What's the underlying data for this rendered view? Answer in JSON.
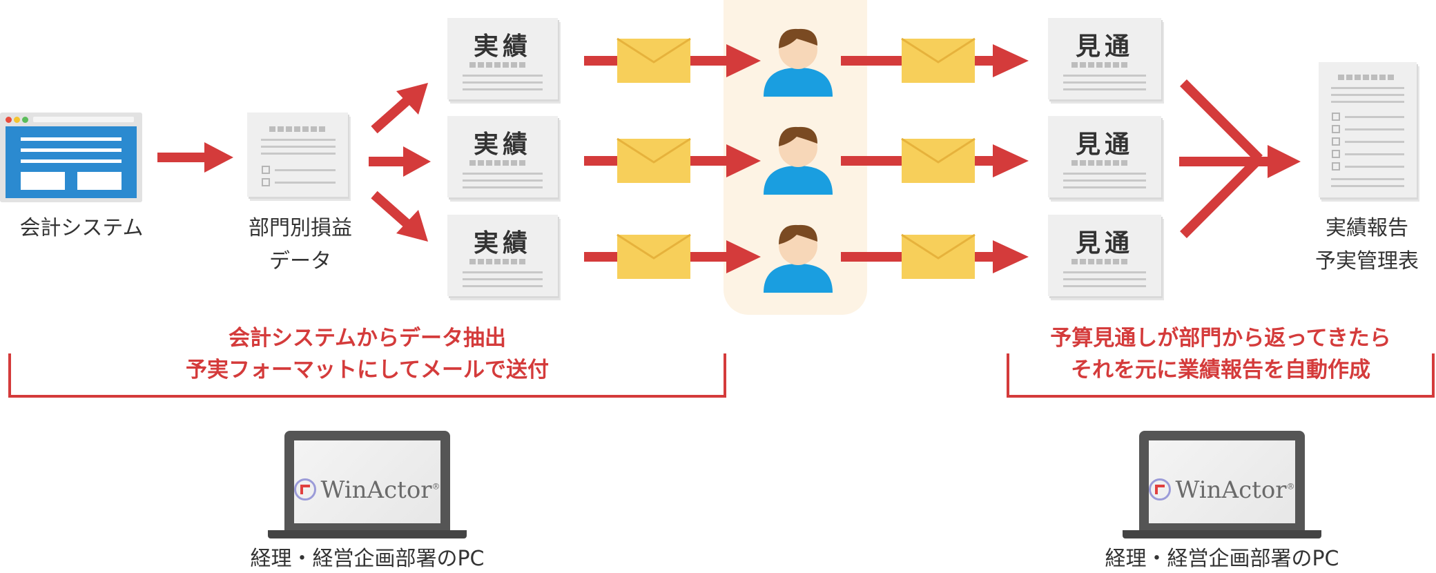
{
  "colors": {
    "arrow_red": "#d43b3b",
    "envelope_yellow": "#f7cf5a",
    "person_blue": "#1a9ee0",
    "highlight_bg": "#fdf3e4",
    "screen_blue": "#2b8ad0"
  },
  "nodes": {
    "accounting_system": "会計システム",
    "dept_pl_data_line1": "部門別損益",
    "dept_pl_data_line2": "データ",
    "actual_doc": "実績",
    "forecast_doc": "見通",
    "report_line1": "実績報告",
    "report_line2": "予実管理表"
  },
  "steps": {
    "left_line1": "会計システムからデータ抽出",
    "left_line2": "予実フォーマットにしてメールで送付",
    "right_line1": "予算見通しが部門から返ってきたら",
    "right_line2": "それを元に業績報告を自動作成"
  },
  "pcs": {
    "logo_text": "WinActor",
    "logo_mark": "®",
    "left_caption": "経理・経営企画部署のPC",
    "right_caption": "経理・経営企画部署のPC"
  },
  "icons": {
    "system": "browser-window-icon",
    "document": "document-icon",
    "mail": "envelope-icon",
    "person": "person-icon",
    "laptop": "laptop-icon"
  }
}
